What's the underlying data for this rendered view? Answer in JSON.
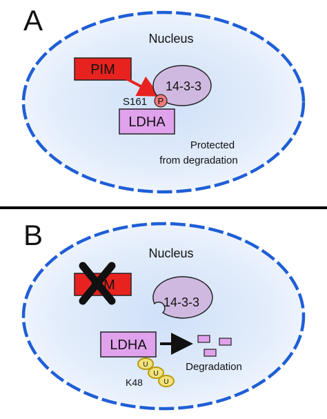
{
  "panel_a": {
    "letter": "A",
    "nucleus_label": "Nucleus",
    "kinase_label": "PIM",
    "adaptor_label": "14-3-3",
    "residue_label": "S161",
    "phospho_label": "P",
    "enzyme_label": "LDHA",
    "outcome_line1": "Protected",
    "outcome_line2": "from degradation"
  },
  "panel_b": {
    "letter": "B",
    "nucleus_label": "Nucleus",
    "kinase_label": "PIM",
    "adaptor_label": "14-3-3",
    "enzyme_label": "LDHA",
    "outcome_label": "Degradation",
    "ubiquitin_labels": [
      "U",
      "U",
      "U"
    ],
    "linkage_label": "K48"
  },
  "colors": {
    "membrane": "#1f5ed6",
    "kinase_fill": "#e8231f",
    "adaptor_fill": "#d0b9e0",
    "enzyme_fill": "#e0a2ec",
    "phospho_fill": "#f27a7a",
    "ubiquitin_fill": "#f2e27a",
    "ubiquitin_stroke": "#b89a10",
    "arrow_red": "#e8231f",
    "cross": "#111111"
  }
}
